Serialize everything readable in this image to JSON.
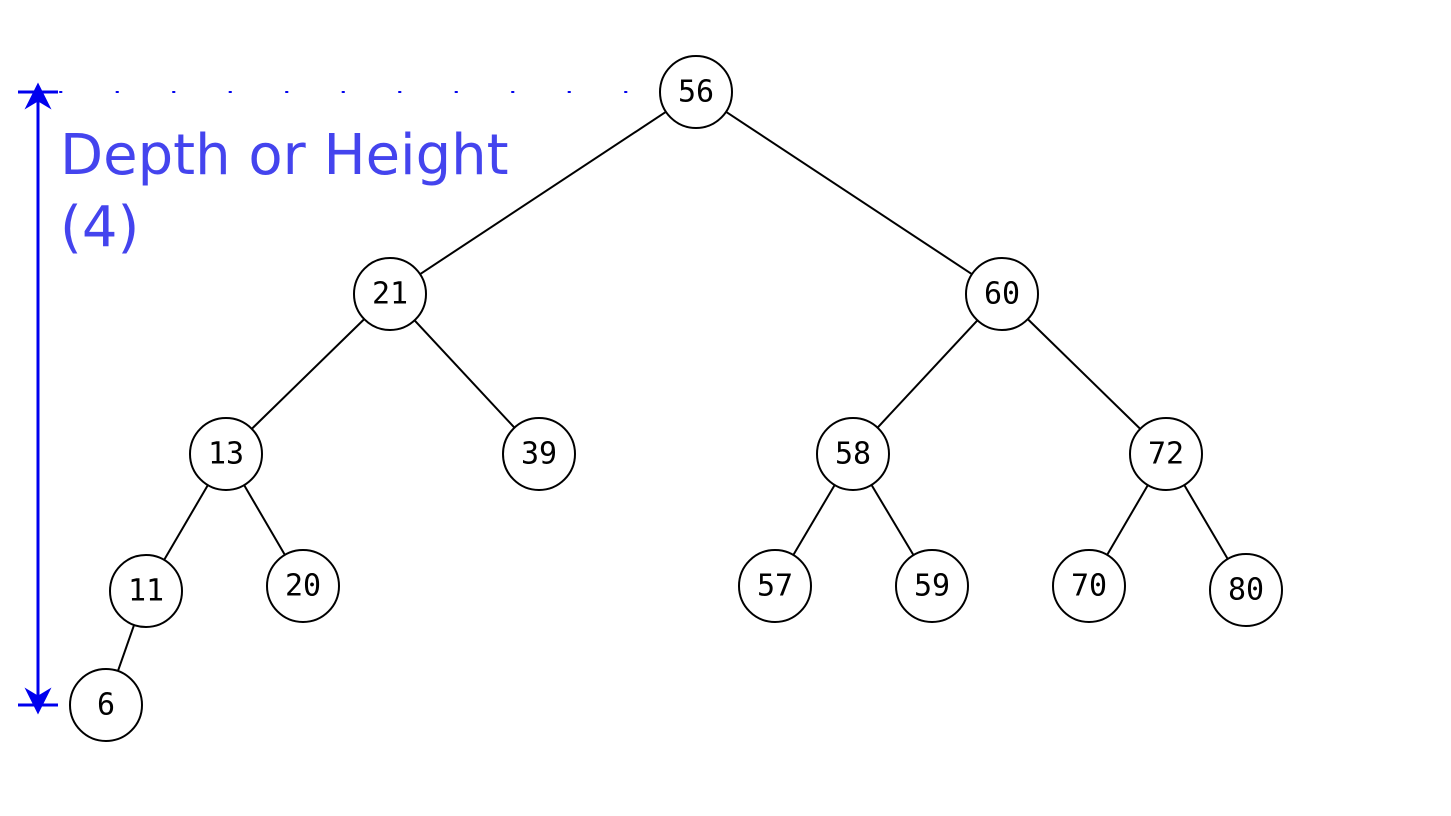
{
  "annotation": {
    "line1": "Depth or Height",
    "line2": "(4)",
    "color": "#4444ee",
    "arrow_color": "#0000ee"
  },
  "tree": {
    "nodes": [
      {
        "id": "n56",
        "label": "56"
      },
      {
        "id": "n21",
        "label": "21"
      },
      {
        "id": "n60",
        "label": "60"
      },
      {
        "id": "n13",
        "label": "13"
      },
      {
        "id": "n39",
        "label": "39"
      },
      {
        "id": "n58",
        "label": "58"
      },
      {
        "id": "n72",
        "label": "72"
      },
      {
        "id": "n11",
        "label": "11"
      },
      {
        "id": "n20",
        "label": "20"
      },
      {
        "id": "n57",
        "label": "57"
      },
      {
        "id": "n59",
        "label": "59"
      },
      {
        "id": "n70",
        "label": "70"
      },
      {
        "id": "n80",
        "label": "80"
      },
      {
        "id": "n6",
        "label": "6"
      }
    ],
    "edges": [
      [
        "n56",
        "n21"
      ],
      [
        "n56",
        "n60"
      ],
      [
        "n21",
        "n13"
      ],
      [
        "n21",
        "n39"
      ],
      [
        "n60",
        "n58"
      ],
      [
        "n60",
        "n72"
      ],
      [
        "n13",
        "n11"
      ],
      [
        "n13",
        "n20"
      ],
      [
        "n58",
        "n57"
      ],
      [
        "n58",
        "n59"
      ],
      [
        "n72",
        "n70"
      ],
      [
        "n72",
        "n80"
      ],
      [
        "n11",
        "n6"
      ]
    ]
  }
}
